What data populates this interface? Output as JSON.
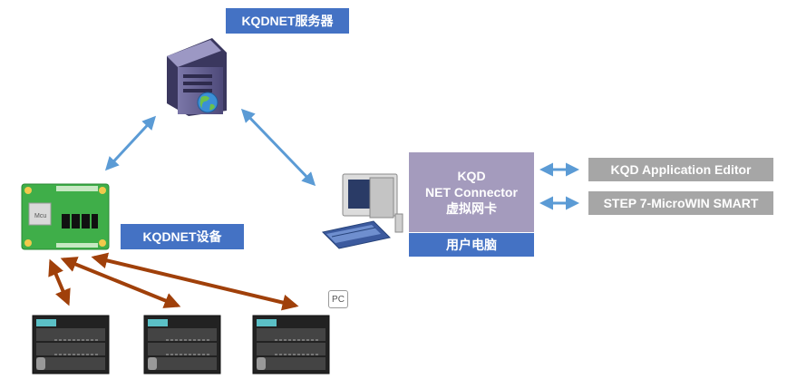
{
  "server": {
    "label": "KQDNET服务器"
  },
  "device": {
    "label": "KQDNET设备",
    "chip_text": "Mcu"
  },
  "connector": {
    "line1": "KQD",
    "line2": "NET Connector",
    "line3": "虚拟网卡"
  },
  "user_pc": {
    "label": "用户电脑"
  },
  "apps": {
    "app1": "KQD Application Editor",
    "app2": "STEP 7-MicroWIN SMART"
  },
  "pc_badge": "PC",
  "colors": {
    "label_blue": "#4472c4",
    "arrow_blue": "#5b9bd5",
    "arrow_brown": "#a0400a",
    "connector": "#a49bbd",
    "app_gray": "#a6a6a6"
  },
  "icons": [
    "server-icon",
    "globe-icon",
    "computer-icon",
    "device-board-icon",
    "plc-icon"
  ]
}
